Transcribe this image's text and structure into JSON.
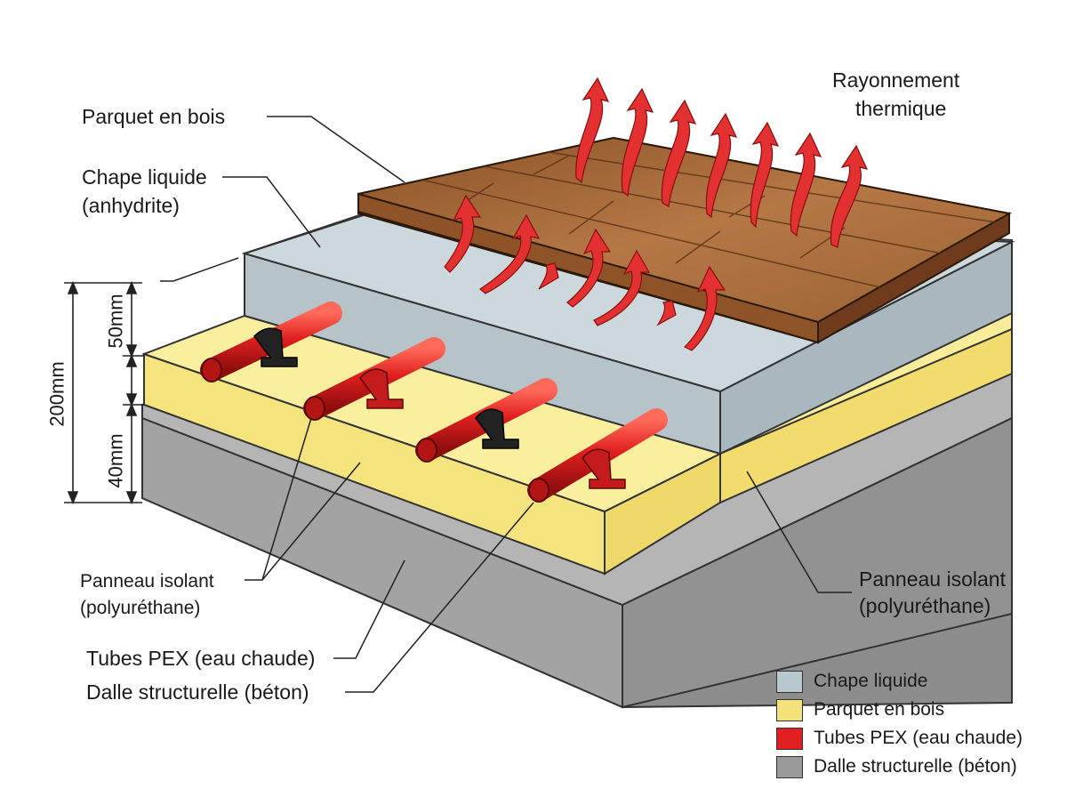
{
  "labels": {
    "rayonnement_1": "Rayonnement",
    "rayonnement_2": "thermique",
    "parquet": "Parquet en bois",
    "chape_1": "Chape liquide",
    "chape_2": "(anhydrite)",
    "panneau_left_1": "Panneau isolant",
    "panneau_left_2": "(polyuréthane)",
    "panneau_right_1": "Panneau isolant",
    "panneau_right_2": "(polyuréthane)",
    "tubes": "Tubes PEX (eau chaude)",
    "dalle": "Dalle structurelle (béton)"
  },
  "dimensions": {
    "total": "200mm",
    "chape": "50mm",
    "isolant": "40mm"
  },
  "legend": [
    {
      "label": "Chape liquide",
      "color": "#b9c8cf"
    },
    {
      "label": "Parquet en bois",
      "color": "#f3e27a"
    },
    {
      "label": "Tubes PEX (eau chaude)",
      "color": "#e02020"
    },
    {
      "label": "Dalle structurelle (béton)",
      "color": "#9a9a9a"
    }
  ],
  "colors": {
    "concrete": "#a3a3a3",
    "insulation": "#f6e684",
    "screed": "#b8c6cc",
    "wood": "#b07444",
    "pipe": "#e02424",
    "arrow": "#e33030"
  }
}
